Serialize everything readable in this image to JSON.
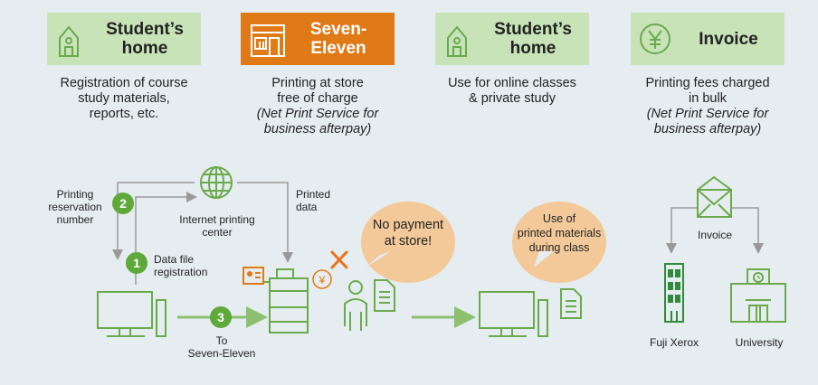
{
  "columns": [
    {
      "title": "Student’s\nhome",
      "icon": "house-icon",
      "desc_lines": [
        "Registration of course",
        "study materials,",
        "reports, etc."
      ]
    },
    {
      "title": "Seven-\nEleven",
      "icon": "store-icon",
      "desc_lines": [
        "Printing at store",
        "free of charge"
      ],
      "desc_italic": [
        "(Net Print Service for",
        "business afterpay)"
      ]
    },
    {
      "title": "Student’s\nhome",
      "icon": "house-icon",
      "desc_lines": [
        "Use for online classes",
        "& private study"
      ]
    },
    {
      "title": "Invoice",
      "icon": "yen-icon",
      "desc_lines": [
        "Printing fees charged",
        "in bulk"
      ],
      "desc_italic": [
        "(Net Print Service for",
        "business afterpay)"
      ]
    }
  ],
  "flow": {
    "printing_reservation": "Printing\nreservation\nnumber",
    "internet_center": "Internet printing\ncenter",
    "printed_data": "Printed\ndata",
    "data_file_registration": "Data file\nregistration",
    "to_seven_eleven": "To\nSeven-Eleven",
    "step1": "1",
    "step2": "2",
    "step3": "3",
    "no_payment": "No payment\nat store!",
    "use_printed": "Use of\nprinted materials\nduring class",
    "invoice_label": "Invoice",
    "fuji_xerox": "Fuji Xerox",
    "university": "University",
    "yen_symbol": "¥",
    "x_mark": "X"
  },
  "colors": {
    "card_green": "#c9e3b8",
    "card_orange": "#e07a16",
    "icon_green": "#6aaa4c",
    "dark_green": "#2f8a3c",
    "step_green": "#5fa83a",
    "bubble": "#f3c99a",
    "cross": "#e8731a",
    "line_gray": "#999999"
  }
}
